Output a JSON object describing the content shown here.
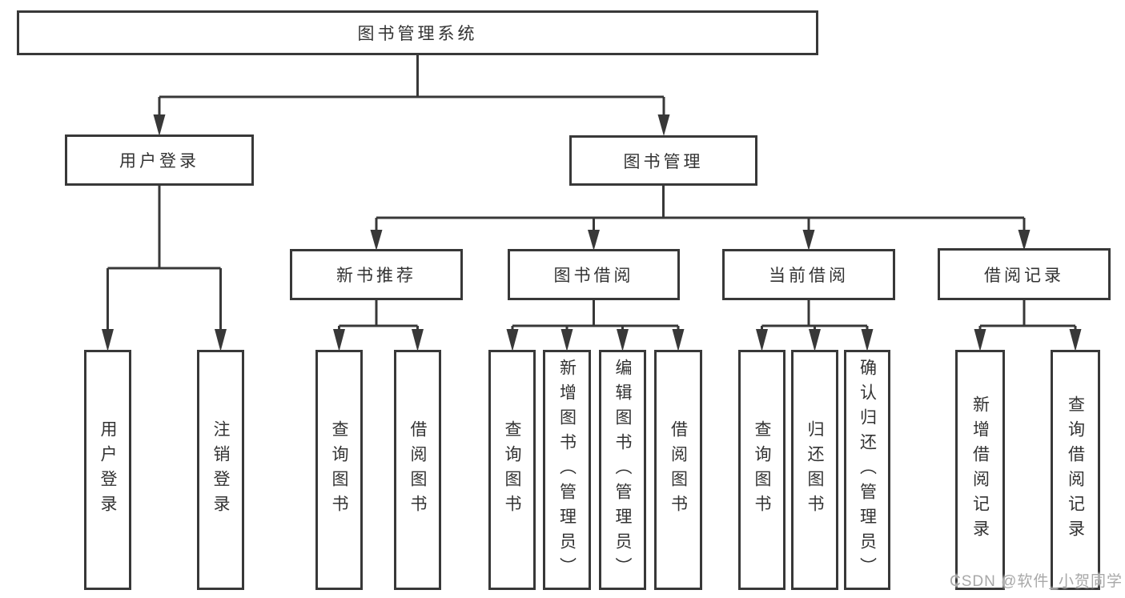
{
  "diagram_title": "图书管理系统",
  "nodes": {
    "root": "图书管理系统",
    "user_login": "用户登录",
    "book_management": "图书管理",
    "new_book_recommend": "新书推荐",
    "book_borrowing": "图书借阅",
    "current_borrowing": "当前借阅",
    "borrowing_records": "借阅记录",
    "leaf_user_login": "用户登录",
    "leaf_logout": "注销登录",
    "leaf_recommend_query_books": "查询图书",
    "leaf_recommend_borrow_books": "借阅图书",
    "leaf_borrowing_query_books": "查询图书",
    "leaf_borrowing_add_books": "新增图书（管理员）",
    "leaf_borrowing_edit_books": "编辑图书（管理员）",
    "leaf_borrowing_borrow_books": "借阅图书",
    "leaf_current_query_books": "查询图书",
    "leaf_current_return_books": "归还图书",
    "leaf_current_confirm_return": "确认归还（管理员）",
    "leaf_records_add_record": "新增借阅记录",
    "leaf_records_query_record": "查询借阅记录"
  },
  "hierarchy": {
    "图书管理系统": [
      "用户登录",
      "图书管理"
    ],
    "用户登录": [
      "用户登录",
      "注销登录"
    ],
    "图书管理": [
      "新书推荐",
      "图书借阅",
      "当前借阅",
      "借阅记录"
    ],
    "新书推荐": [
      "查询图书",
      "借阅图书"
    ],
    "图书借阅": [
      "查询图书",
      "新增图书（管理员）",
      "编辑图书（管理员）",
      "借阅图书"
    ],
    "当前借阅": [
      "查询图书",
      "归还图书",
      "确认归还（管理员）"
    ],
    "借阅记录": [
      "新增借阅记录",
      "查询借阅记录"
    ]
  },
  "watermark": {
    "text": "CSDN @软件_小贺同学"
  },
  "colors": {
    "line": "#383838",
    "text": "#333333",
    "box_background": "#ffffff",
    "watermark": "#a8a8a8",
    "background": "#ffffff"
  }
}
